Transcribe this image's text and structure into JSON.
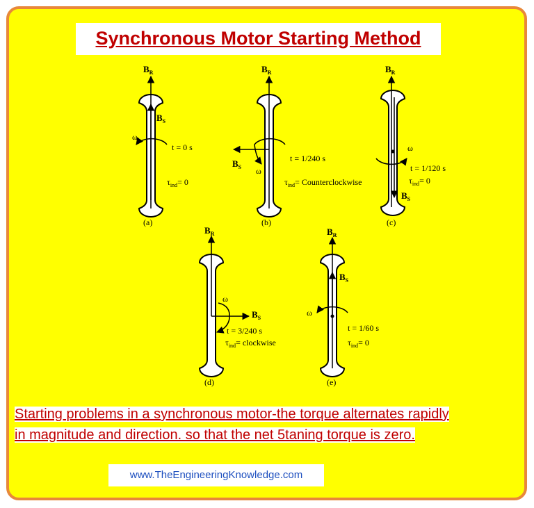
{
  "title": "Synchronous Motor Starting Method",
  "caption": {
    "line1": "Starting problems in a synchronous motor-the torque alternates rapidly",
    "line2": "in magnitude and direction. so that the net 5taning torque is zero."
  },
  "website": "www.TheEngineeringKnowledge.com",
  "diagrams": {
    "a": {
      "label": "(a)",
      "t": "t = 0 s",
      "tau": "= 0"
    },
    "b": {
      "label": "(b)",
      "t": "t = 1/240 s",
      "tau": "= Counterclockwise"
    },
    "c": {
      "label": "(c)",
      "t": "t = 1/120 s",
      "tau": "= 0"
    },
    "d": {
      "label": "(d)",
      "t": "t = 3/240 s",
      "tau": "= clockwise"
    },
    "e": {
      "label": "(e)",
      "t": "t = 1/60 s",
      "tau": "= 0"
    }
  },
  "symbols": {
    "br": "B",
    "br_sub": "R",
    "bs": "B",
    "bs_sub": "S",
    "omega": "ω",
    "tau": "τ",
    "tau_sub": "ind"
  },
  "colors": {
    "frame_border": "#e8883a",
    "background": "#ffff00",
    "title_text": "#c00000",
    "caption_text": "#c00000",
    "website_text": "#1d4fbf"
  }
}
